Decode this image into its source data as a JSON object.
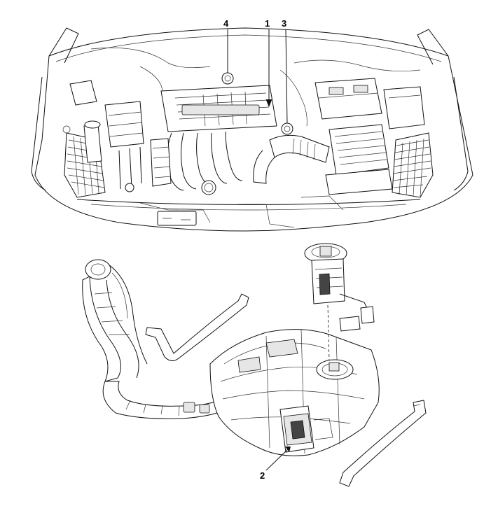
{
  "callouts": [
    {
      "id": "4",
      "label": "4"
    },
    {
      "id": "1",
      "label": "1"
    },
    {
      "id": "3",
      "label": "3"
    },
    {
      "id": "2",
      "label": "2"
    }
  ]
}
